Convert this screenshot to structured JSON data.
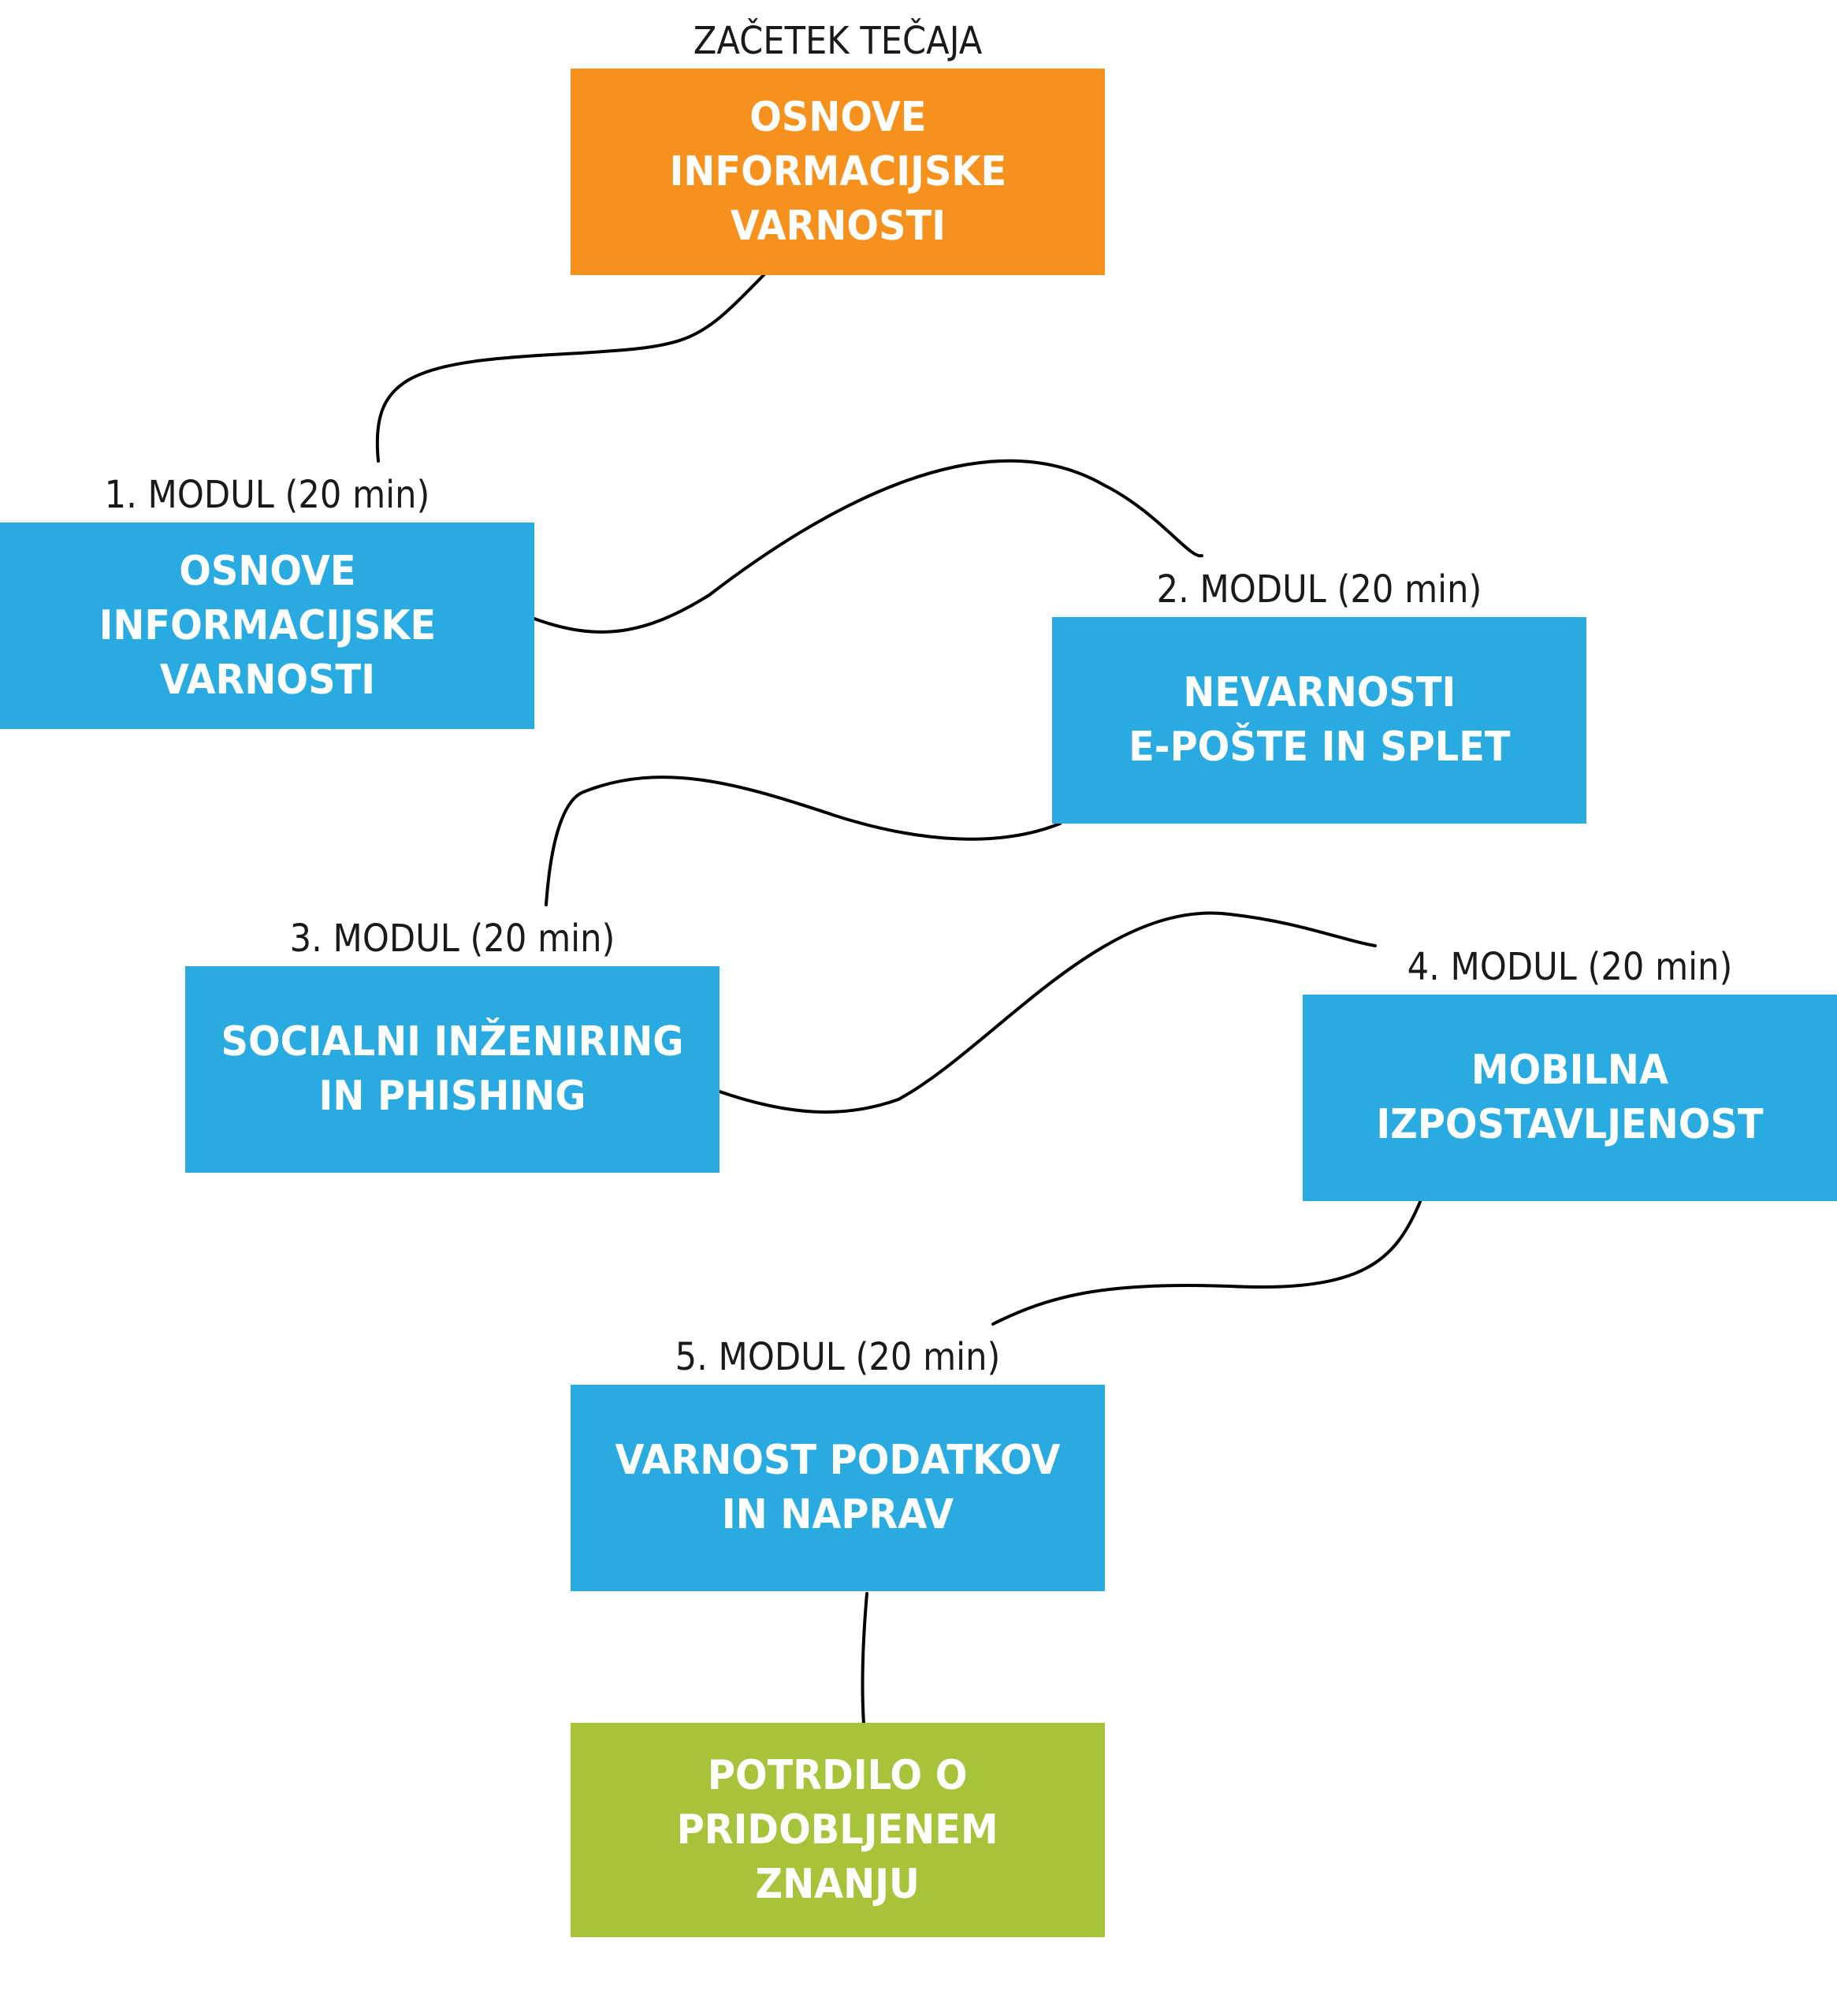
{
  "colors": {
    "start": "#f7911e",
    "module": "#29abe2",
    "finish": "#a6c33a",
    "connector": "#000000"
  },
  "start": {
    "caption": "ZAČETEK TEČAJA",
    "title": "OSNOVE\nINFORMACIJSKE\nVARNOSTI"
  },
  "modules": [
    {
      "caption": "1. MODUL (20 min)",
      "title": "OSNOVE\nINFORMACIJSKE\nVARNOSTI"
    },
    {
      "caption": "2. MODUL (20 min)",
      "title": "NEVARNOSTI\nE-POŠTE IN SPLET"
    },
    {
      "caption": "3. MODUL (20 min)",
      "title": "SOCIALNI INŽENIRING\nIN PHISHING"
    },
    {
      "caption": "4. MODUL (20 min)",
      "title": "MOBILNA\nIZPOSTAVLJENOST"
    },
    {
      "caption": "5. MODUL (20 min)",
      "title": "VARNOST PODATKOV\nIN NAPRAV"
    }
  ],
  "finish": {
    "title": "POTRDILO O\nPRIDOBLJENEM\nZNANJU"
  }
}
